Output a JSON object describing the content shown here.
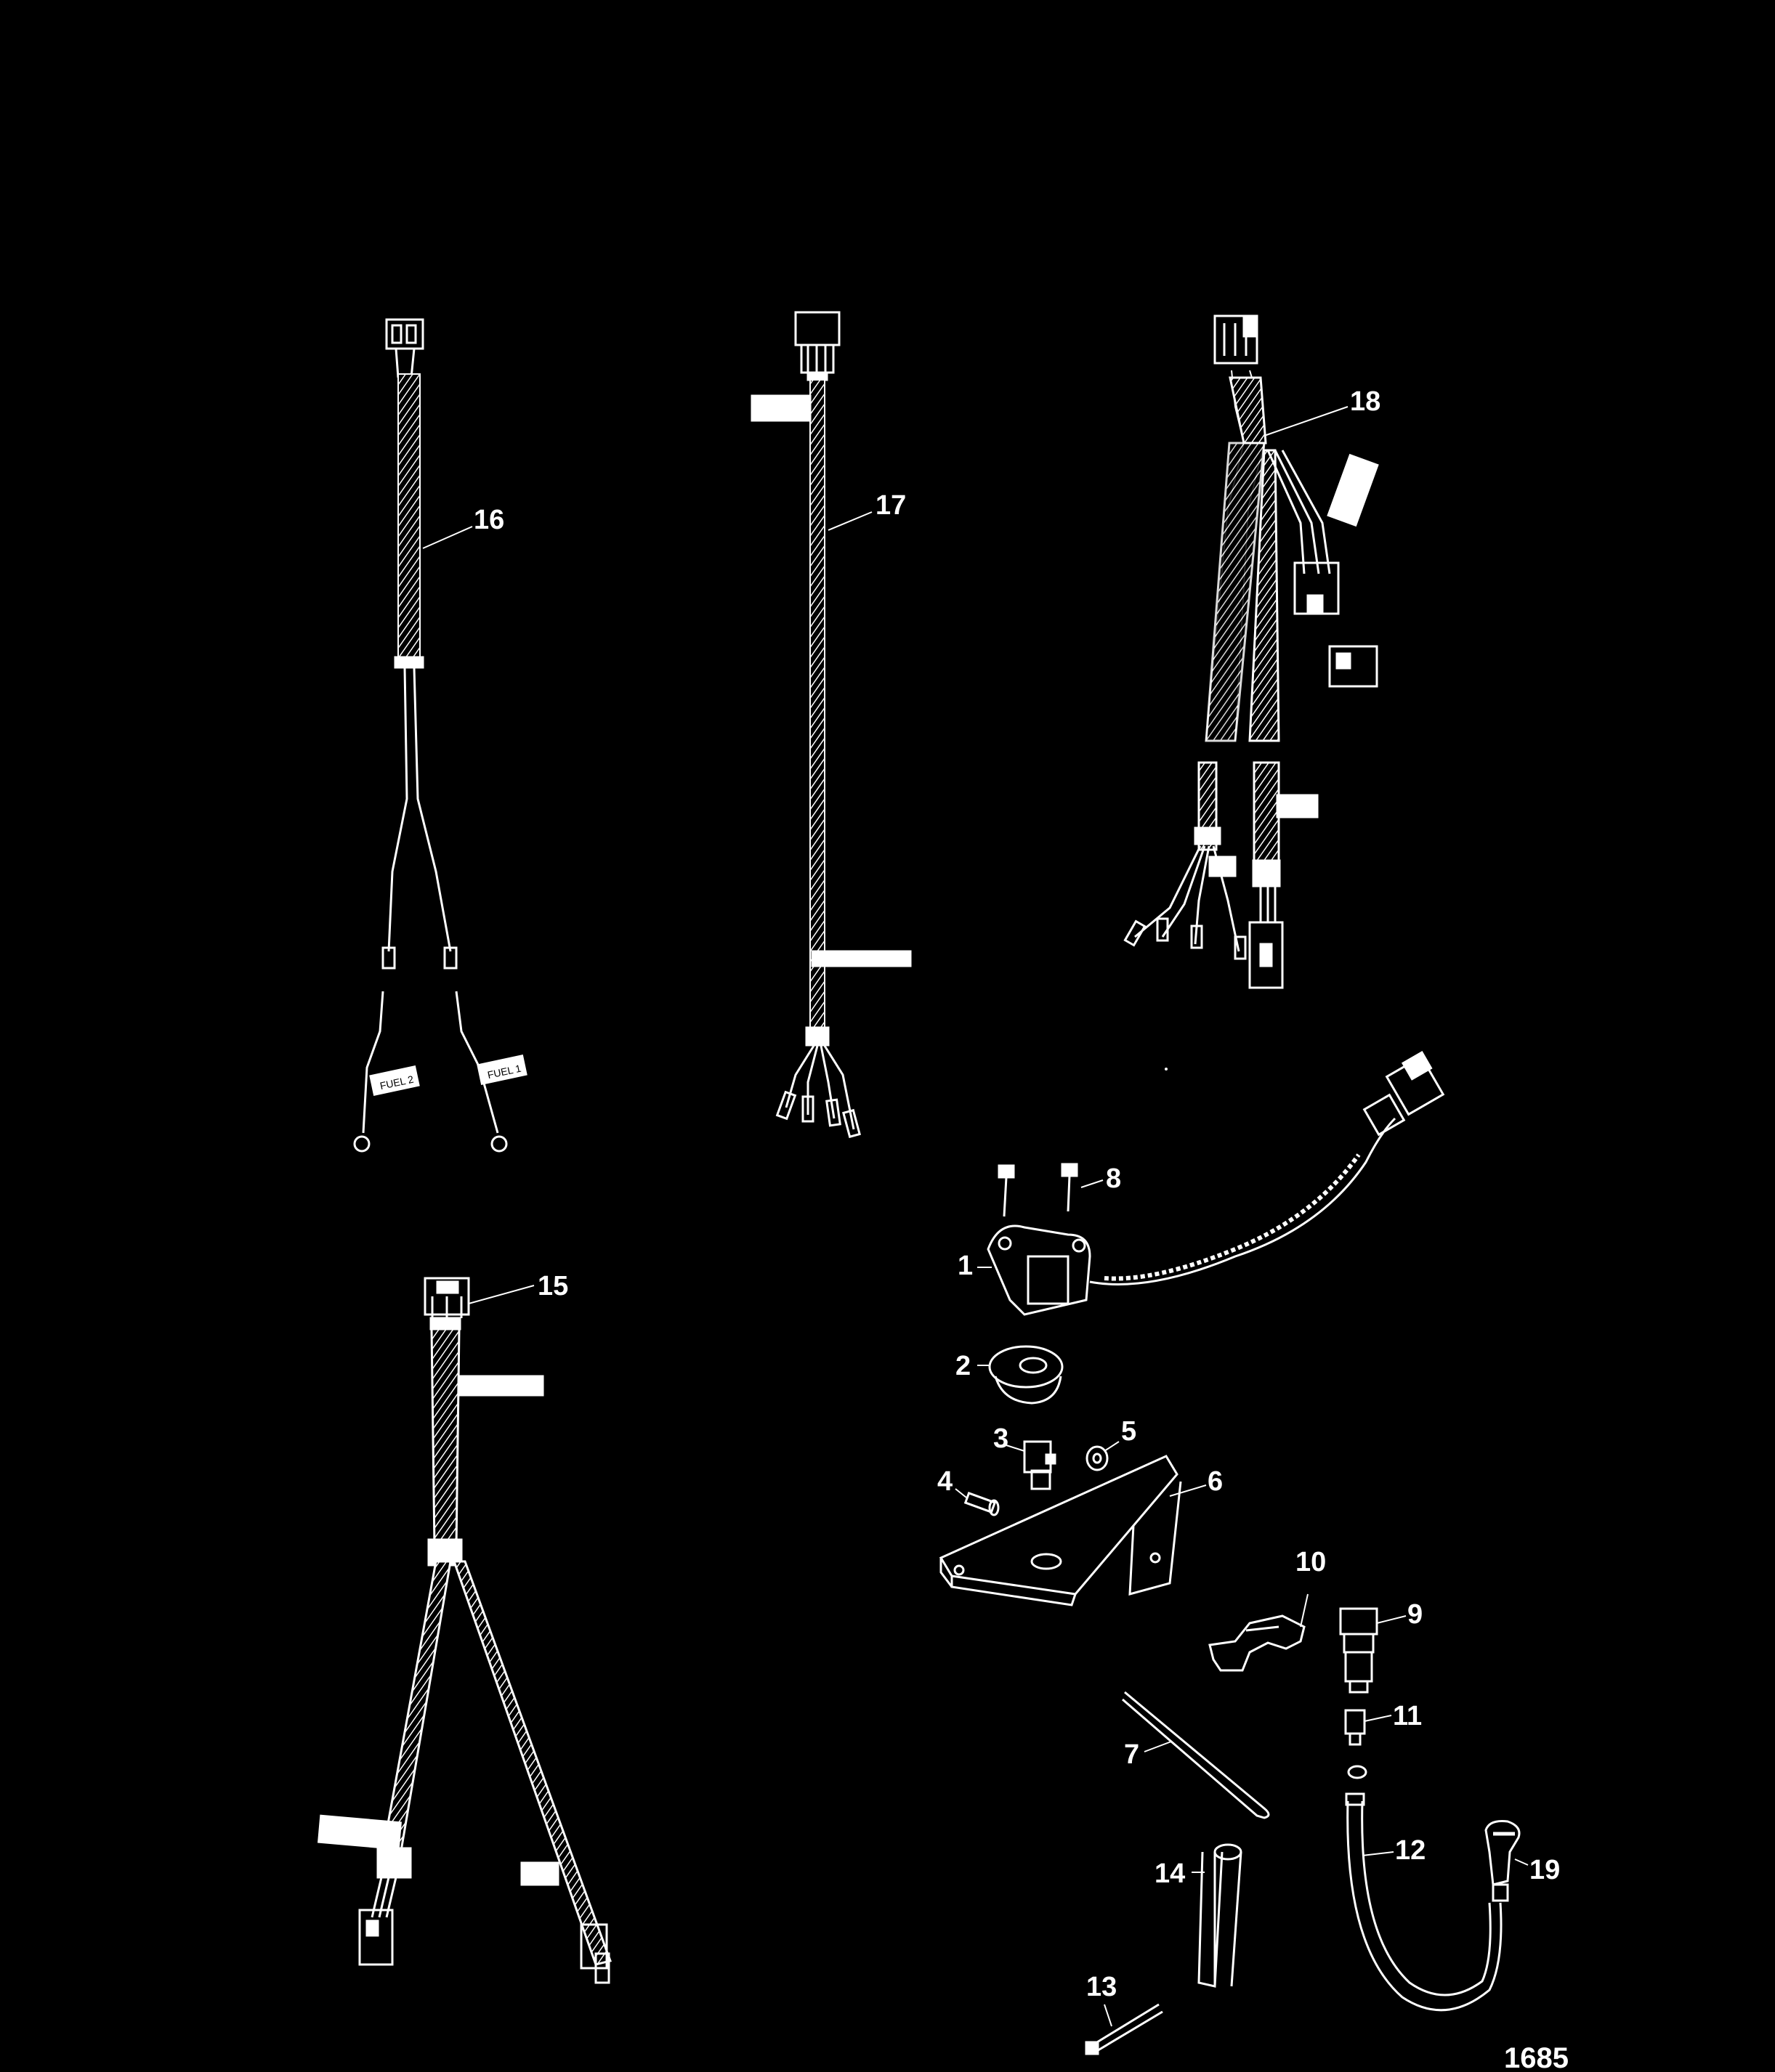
{
  "diagram": {
    "figure_number": "1685",
    "callouts": [
      "1",
      "2",
      "3",
      "4",
      "5",
      "6",
      "7",
      "8",
      "9",
      "10",
      "11",
      "12",
      "13",
      "14",
      "15",
      "16",
      "17",
      "18",
      "19"
    ],
    "tags": {
      "fuel_1": "FUEL 1",
      "fuel_2": "FUEL 2"
    },
    "colors": {
      "background": "#000000",
      "lines": "#ffffff"
    }
  }
}
